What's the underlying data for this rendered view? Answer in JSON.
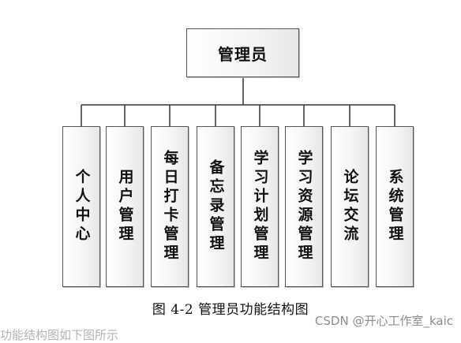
{
  "diagram": {
    "root": {
      "label": "管理员"
    },
    "children": [
      {
        "label": "个人中心"
      },
      {
        "label": "用户管理"
      },
      {
        "label": "每日打卡管理"
      },
      {
        "label": "备忘录管理"
      },
      {
        "label": "学习计划管理"
      },
      {
        "label": "学习资源管理"
      },
      {
        "label": "论坛交流"
      },
      {
        "label": "系统管理"
      }
    ]
  },
  "caption": "图 4-2 管理员功能结构图",
  "watermark": "CSDN @开心工作室_kaic",
  "partial_text": "功能结构图如下图所示"
}
